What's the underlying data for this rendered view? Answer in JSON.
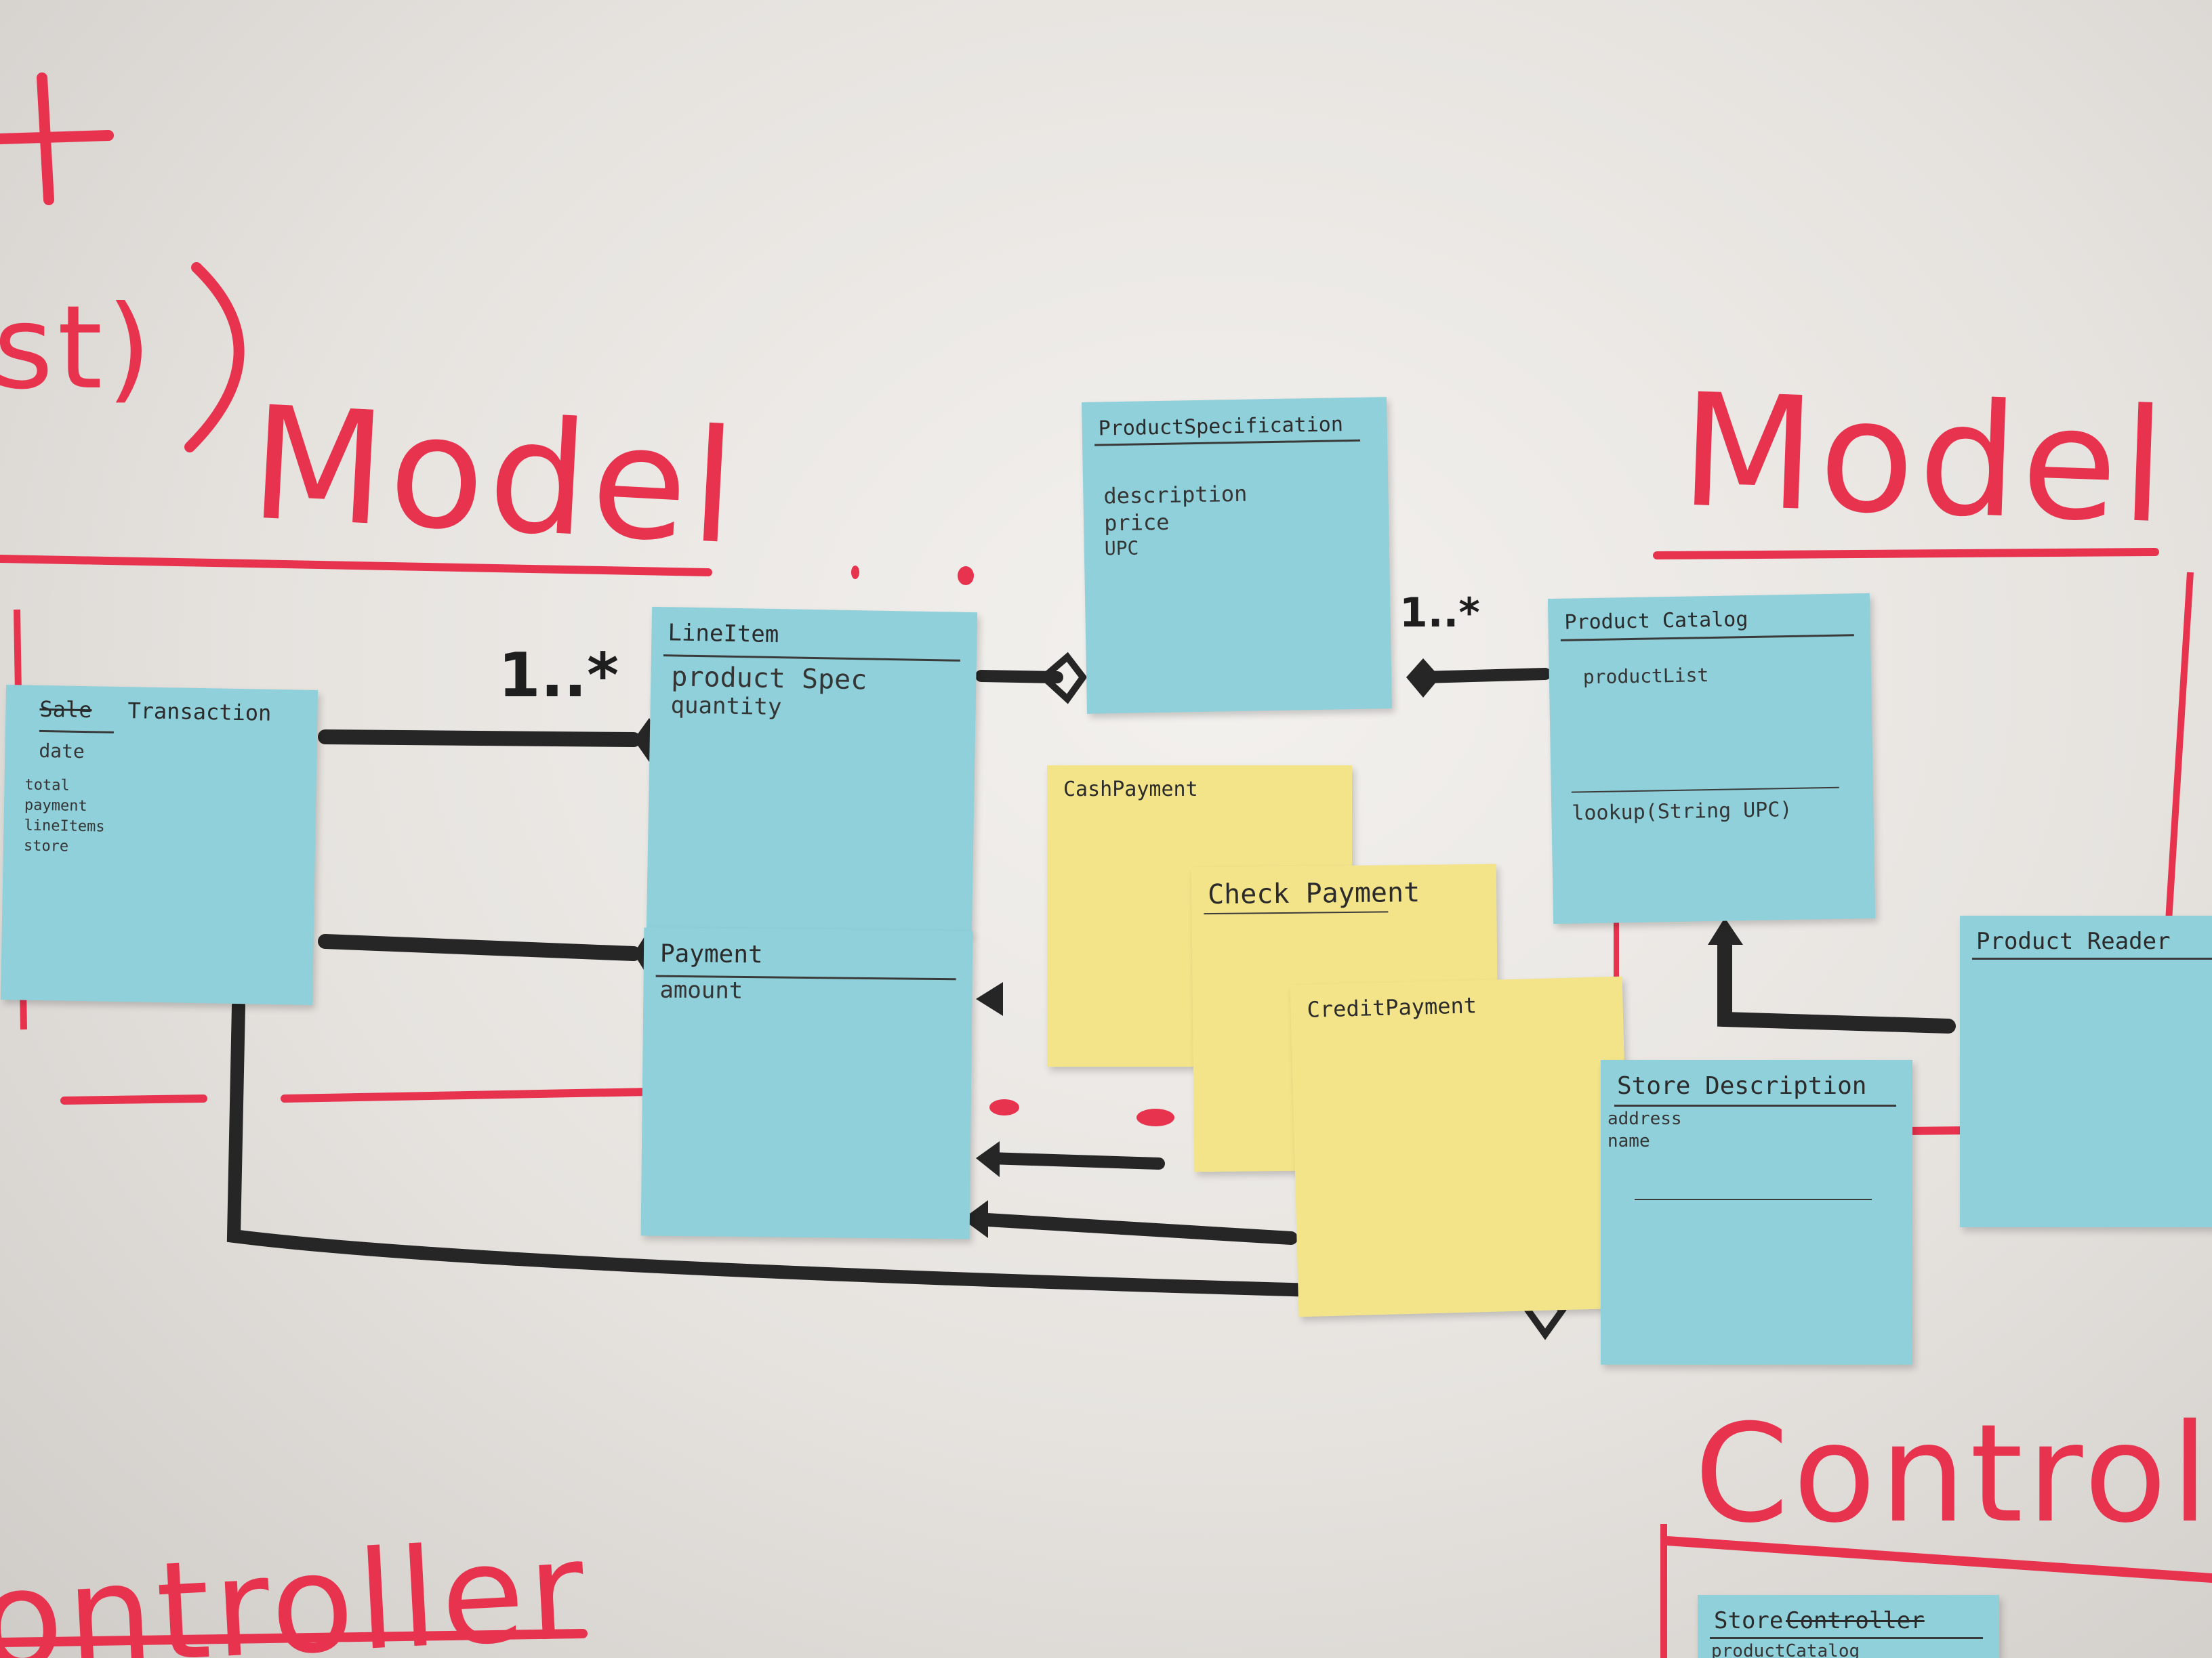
{
  "board": {
    "left_partial_words": [
      "t",
      "st)"
    ],
    "model_left": "Model",
    "model_right": "Model",
    "controller_left": "ontroller",
    "controller_right": "Controlle"
  },
  "notes": {
    "product_specification": {
      "title": "ProductSpecification",
      "attrs": [
        "description",
        "price",
        "UPC"
      ]
    },
    "sale_transaction": {
      "title_struck": "Sale",
      "title": "Transaction",
      "attrs": [
        "date",
        "total",
        "payment",
        "lineItems",
        "store"
      ]
    },
    "line_item": {
      "title": "LineItem",
      "attrs": [
        "product Spec",
        "quantity"
      ]
    },
    "payment": {
      "title": "Payment",
      "attrs": [
        "amount"
      ]
    },
    "product_catalog": {
      "title": "Product Catalog",
      "attrs": [
        "productList"
      ],
      "methods": [
        "lookup(String UPC)"
      ]
    },
    "cash_payment": {
      "title": "CashPayment"
    },
    "check_payment": {
      "title": "Check Payment"
    },
    "credit_payment": {
      "title": "CreditPayment"
    },
    "store_description": {
      "title": "Store Description",
      "attrs": [
        "address",
        "name"
      ]
    },
    "product_reader": {
      "title": "Product Reader"
    },
    "store_controller": {
      "title": "Store",
      "title_struck": "Controller",
      "attrs": [
        "productCatalog"
      ]
    }
  },
  "multiplicities": {
    "line_item": "1..*",
    "product_catalog": "1..*"
  },
  "colors": {
    "marker_red": "#e8334f",
    "marker_black": "#222222",
    "note_blue": "#8fd0da",
    "note_yellow": "#f3e48a"
  }
}
